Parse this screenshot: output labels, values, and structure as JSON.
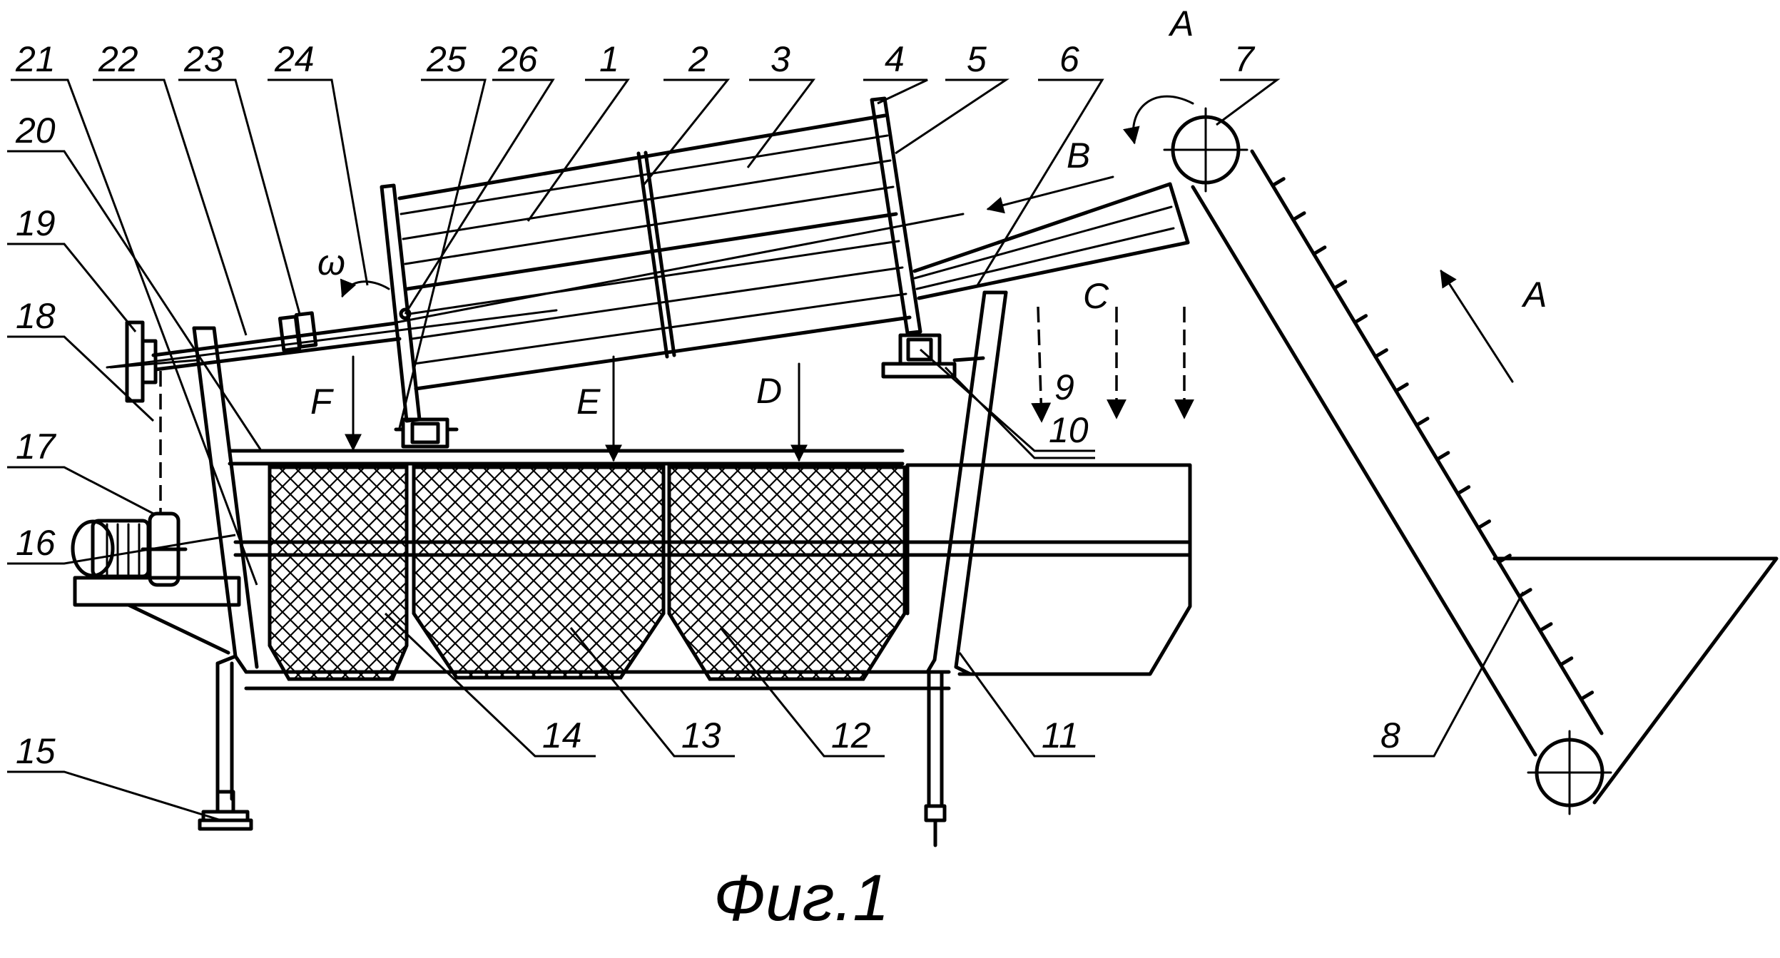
{
  "caption": "Фиг.1",
  "part_labels": [
    "1",
    "2",
    "3",
    "4",
    "5",
    "6",
    "7",
    "8",
    "9",
    "10",
    "11",
    "12",
    "13",
    "14",
    "15",
    "16",
    "17",
    "18",
    "19",
    "20",
    "21",
    "22",
    "23",
    "24",
    "25",
    "26"
  ],
  "flow_labels": {
    "A_top": "A",
    "A_right": "A",
    "B": "B",
    "C": "C",
    "D": "D",
    "E": "E",
    "F": "F"
  },
  "rotation_label": "ω"
}
